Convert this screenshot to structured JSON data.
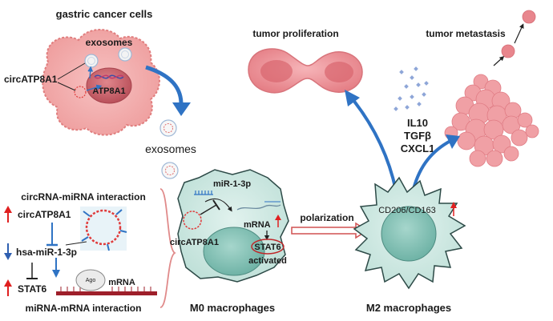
{
  "top_left": {
    "title": "gastric cancer cells",
    "exosomes_top": "exosomes",
    "circ_label": "circATP8A1",
    "gene_label": "ATP8A1",
    "exosomes_mid": "exosomes"
  },
  "top_right": {
    "proliferation": "tumor proliferation",
    "metastasis": "tumor metastasis",
    "cytokines": [
      "IL10",
      "TGFβ",
      "CXCL1"
    ]
  },
  "bottom_left": {
    "interaction_top": "circRNA-miRNA interaction",
    "circ": "circATP8A1",
    "mir": "hsa-miR-1-3p",
    "stat6": "STAT6",
    "ago": "Ago",
    "mrna": "mRNA",
    "interaction_bottom": "miRNA-mRNA  interaction"
  },
  "m0": {
    "mir": "miR-1-3p",
    "mrna": "mRNA",
    "circ": "circATP8A1",
    "stat6": "STAT6",
    "activated": "activated",
    "title": "M0 macrophages"
  },
  "arrow_label": "polarization",
  "m2": {
    "markers": "CD206/CD163",
    "title": "M2 macrophages"
  },
  "colors": {
    "cancer_fill": "#f2a9a9",
    "cancer_stroke": "#e07e7e",
    "nucleus": "#d4686f",
    "macrophage_fill": "#cfe8e2",
    "macrophage_stroke": "#2d4a47",
    "macro_nucleus": "#7fbfb3",
    "blue_arrow": "#2f73c4",
    "red_up": "#e02020",
    "blue_down": "#2f5fb0",
    "mrna_bar": "#9e1f2a"
  }
}
